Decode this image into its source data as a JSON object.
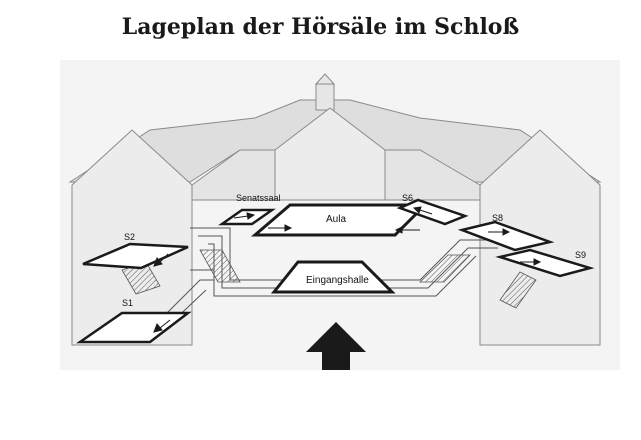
{
  "title": "Lageplan der Hörsäle im Schloß",
  "rooms": {
    "senatssaal": "Senatssaal",
    "aula": "Aula",
    "s6": "S6",
    "s8": "S8",
    "s9": "S9",
    "s2": "S2",
    "s1": "S1",
    "eingangshalle": "Eingangshalle"
  },
  "colors": {
    "ink": "#1a1a1a",
    "wall": "#e9e9e9",
    "roof": "#d9d9d9",
    "outline": "#7a7a7a"
  }
}
